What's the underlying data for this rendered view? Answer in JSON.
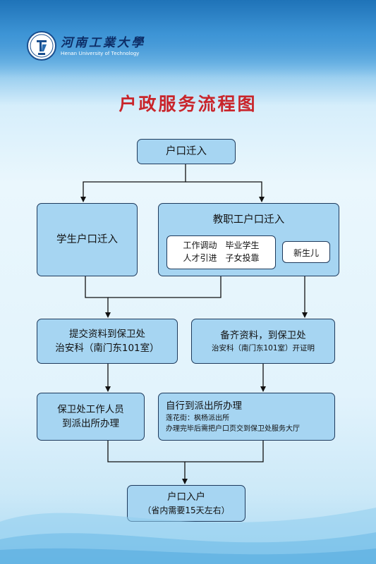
{
  "header": {
    "school_name_cn": "河南工業大學",
    "school_name_en": "Henan University of Technology",
    "logo_icon": "university-seal-icon"
  },
  "title": "户政服务流程图",
  "colors": {
    "box_fill": "#a6d5f2",
    "box_border": "#1e3a5c",
    "title": "#c9252b",
    "inner_fill": "#ffffff"
  },
  "flow": {
    "start": "户口迁入",
    "student": "学生户口迁入",
    "staff": "教职工户口迁入",
    "staff_types": {
      "line1": "工作调动　毕业学生",
      "line2": "人才引进　子女投靠"
    },
    "newborn": "新生儿",
    "left_submit": {
      "line1": "提交资料到保卫处",
      "line2": "治安科（南门东101室）"
    },
    "right_prepare": {
      "line1": "备齐资料，到保卫处",
      "line2": "治安科（南门东101室）开证明"
    },
    "left_police": {
      "line1": "保卫处工作人员",
      "line2": "到派出所办理"
    },
    "right_self": {
      "line1": "自行到派出所办理",
      "line2": "莲花街：枫杨派出所",
      "line3": "办理完毕后需把户口页交到保卫处服务大厅"
    },
    "end": {
      "line1": "户口入户",
      "line2": "（省内需要15天左右）"
    }
  }
}
